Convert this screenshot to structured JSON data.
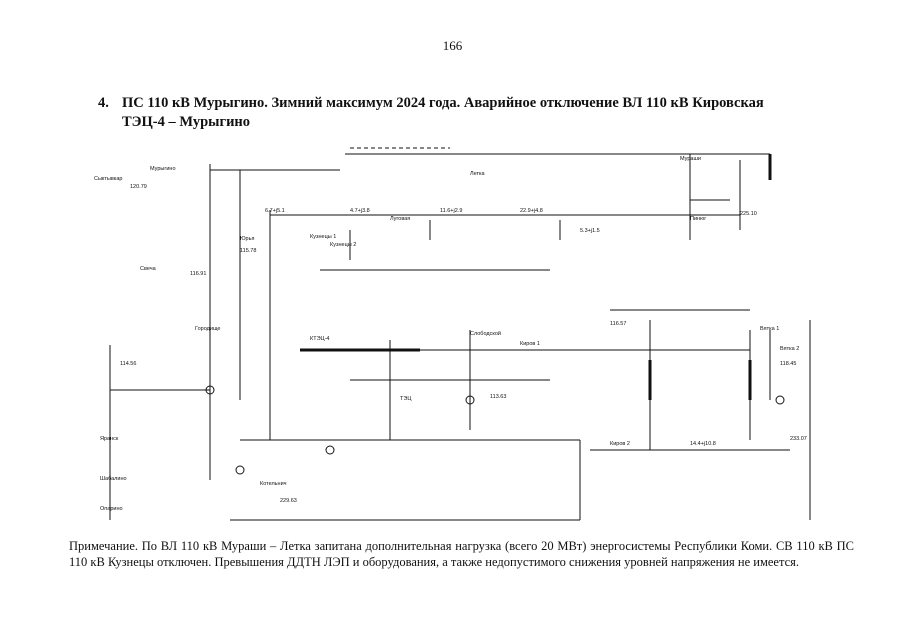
{
  "page": {
    "number": "166"
  },
  "heading": {
    "number": "4.",
    "line1": "ПС 110 кВ Мурыгино. Зимний максимум 2024 года. Аварийное отключение ВЛ 110 кВ Кировская",
    "line2": "ТЭЦ-4 – Мурыгино"
  },
  "diagram": {
    "labels": {
      "syktyvkar": "Сыктывкар",
      "kirov1": "Киров 1",
      "kirov2": "Киров 2",
      "kirov_tec4": "КТЭЦ-4",
      "murygino": "Мурыгино",
      "yurya": "Юрья",
      "kuzneci1": "Кузнецы 1",
      "kuzneci2": "Кузнецы 2",
      "lugovaya": "Луговая",
      "letka": "Летка",
      "murashi": "Мураши",
      "pinyug": "Пинюг",
      "gorodishche": "Городище",
      "svecha": "Свеча",
      "slobodskoy": "Слободской",
      "vyatka1": "Вятка 1",
      "vyatka2": "Вятка 2",
      "tec": "ТЭЦ",
      "kotelnich": "Котельнич",
      "yaransk": "Яранск",
      "shabalino": "Шабалино",
      "oparino": "Опарино"
    },
    "sample_values": {
      "v1": "120.79",
      "v2": "115.78",
      "v3": "116.91",
      "v4": "114.56",
      "v5": "233.07",
      "v6": "229.63",
      "v7": "225.10",
      "v8": "118.45",
      "v9": "116.57",
      "v10": "113.63",
      "flow1": "6.7+j5.1",
      "flow2": "4.7+j3.8",
      "flow3": "11.6+j2.9",
      "flow4": "22.9+j4.8",
      "flow5": "5.3+j1.5",
      "flow6": "14.4+j10.8"
    }
  },
  "note": {
    "text": "Примечание. По ВЛ 110 кВ Мураши – Летка запитана дополнительная нагрузка (всего 20 МВт) энергосистемы Республики Коми. СВ 110 кВ ПС 110 кВ Кузнецы отключен. Превышения ДДТН ЛЭП и оборудования, а также недопустимого снижения уровней напряжения не имеется."
  }
}
